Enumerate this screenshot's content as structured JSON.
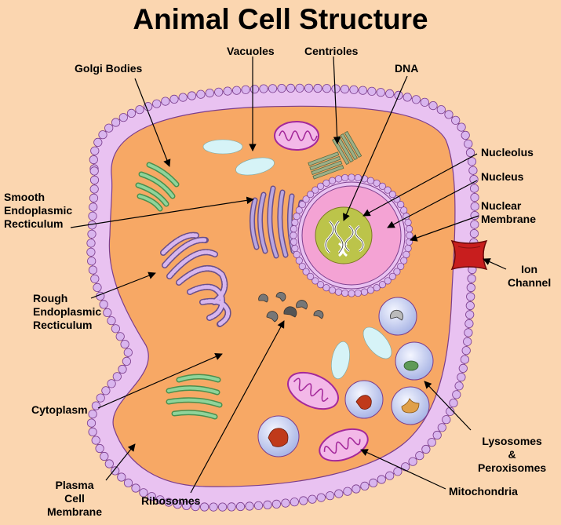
{
  "title": "Animal Cell Structure",
  "labels": {
    "golgi_bodies": "Golgi Bodies",
    "vacuoles": "Vacuoles",
    "centrioles": "Centrioles",
    "dna": "DNA",
    "nucleolus": "Nucleolus",
    "nucleus": "Nucleus",
    "nuclear_membrane": "Nuclear\nMembrane",
    "smooth_er": "Smooth\nEndoplasmic\nRecticulum",
    "ion_channel": "Ion\nChannel",
    "rough_er": "Rough\nEndoplasmic\nRecticulum",
    "cytoplasm": "Cytoplasm",
    "lysosomes": "Lysosomes\n&\nPeroxisomes",
    "plasma_membrane": "Plasma\nCell\nMembrane",
    "ribosomes": "Ribosomes",
    "mitochondria": "Mitochondria"
  },
  "colors": {
    "background": "#fbd6b0",
    "cytoplasm": "#f7a865",
    "membrane_bead": "#d9b5ee",
    "nucleus": "#f4a3d4",
    "nucleolus": "#bcc44a",
    "golgi": "#8fd49a",
    "vacuole": "#d6f3f7",
    "mitochondria": "#f3b8e8",
    "ion_channel": "#c81e1e",
    "lysosome": "#c8d2ef"
  }
}
